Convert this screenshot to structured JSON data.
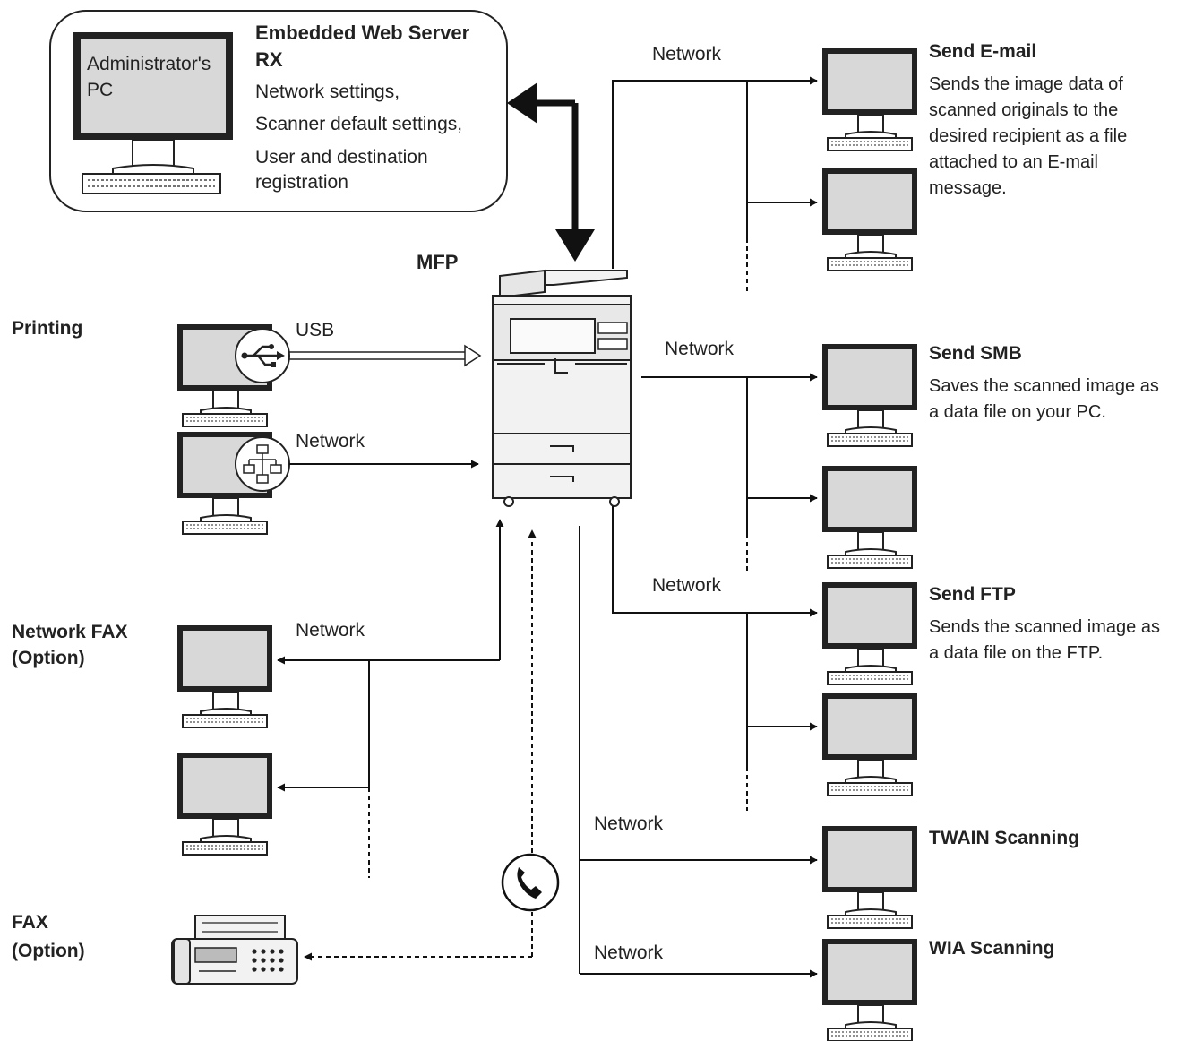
{
  "admin_box": {
    "pc_label_line1": "Administrator's",
    "pc_label_line2": "PC",
    "title_line1": "Embedded Web Server",
    "title_line2": "RX",
    "desc_line1": "Network settings,",
    "desc_line2": "Scanner default settings,",
    "desc_line3": "User and destination",
    "desc_line4": "registration"
  },
  "mfp": {
    "label": "MFP"
  },
  "left_sections": {
    "printing": "Printing",
    "usb": "USB",
    "printing_network": "Network",
    "network_fax_line1": "Network FAX",
    "network_fax_line2": "(Option)",
    "network_fax_network": "Network",
    "fax_line1": "FAX",
    "fax_line2": "(Option)"
  },
  "right_sections": {
    "email_network": "Network",
    "email_title": "Send E-mail",
    "email_desc": [
      "Sends the image data of",
      "scanned originals to the",
      "desired recipient as a file",
      "attached to an E-mail",
      "message."
    ],
    "smb_network": "Network",
    "smb_title": "Send SMB",
    "smb_desc": [
      "Saves the scanned image as",
      "a data file on your PC."
    ],
    "ftp_network": "Network",
    "ftp_title": "Send FTP",
    "ftp_desc": [
      "Sends the scanned image as",
      "a data file on the FTP."
    ],
    "twain_network": "Network",
    "twain_title": "TWAIN Scanning",
    "wia_network": "Network",
    "wia_title": "WIA Scanning"
  },
  "icons": {
    "computer": "computer-icon",
    "usb": "usb-icon",
    "network": "network-icon",
    "phone": "phone-icon",
    "fax": "fax-machine-icon",
    "mfp": "multifunction-printer-icon"
  },
  "colors": {
    "line": "#111111",
    "screen": "#d8d8d8",
    "frame": "#222222",
    "device": "#f2f2f2"
  }
}
